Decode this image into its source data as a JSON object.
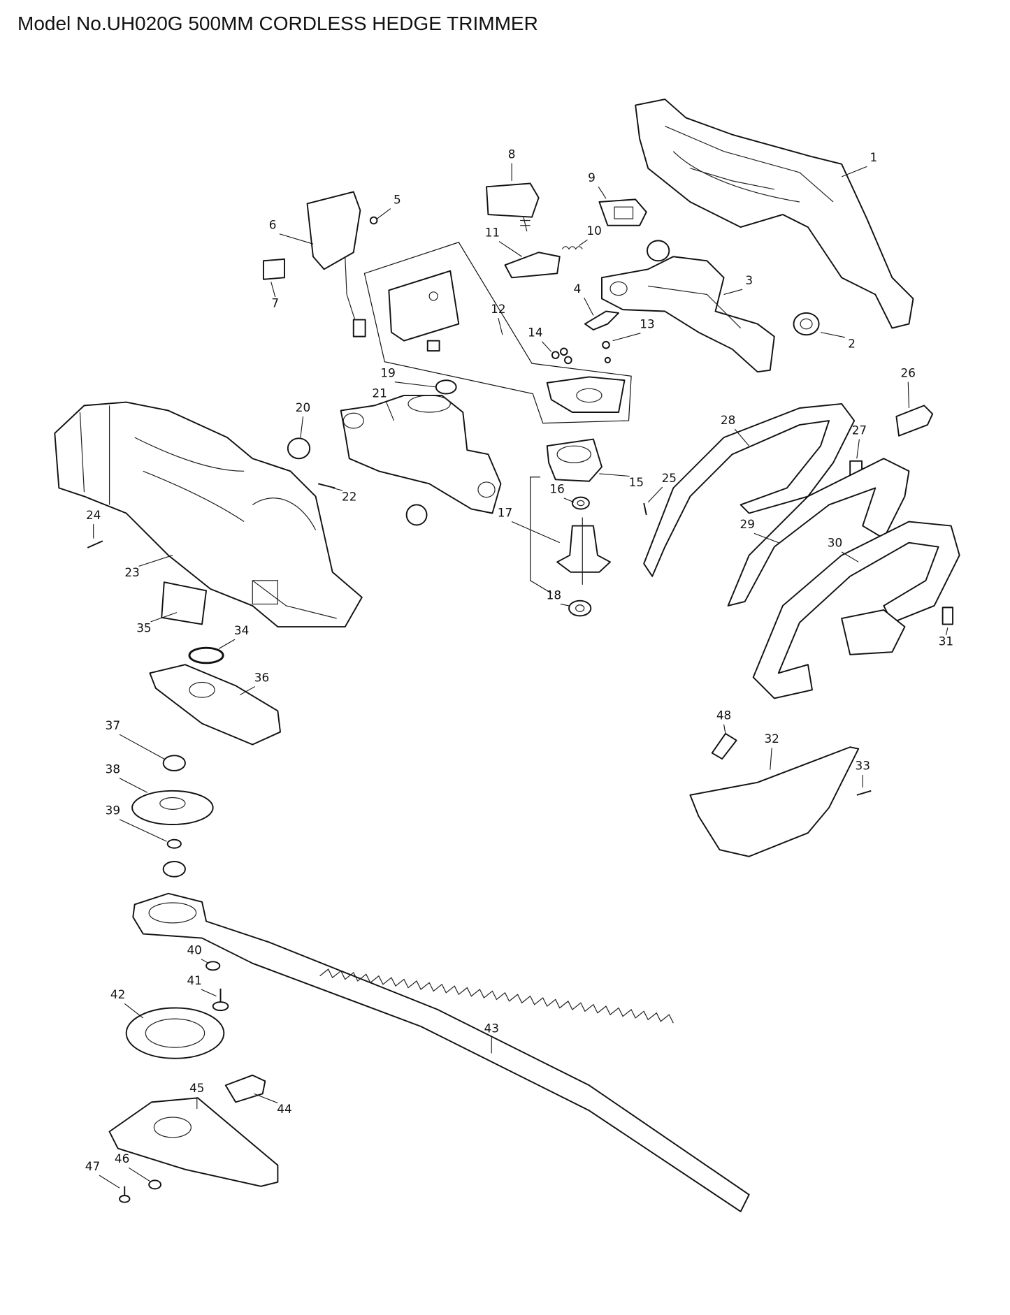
{
  "title": "Model No.UH020G 500MM CORDLESS HEDGE TRIMMER",
  "part_labels": [
    "1",
    "2",
    "3",
    "4",
    "5",
    "6",
    "7",
    "8",
    "9",
    "10",
    "11",
    "12",
    "13",
    "14",
    "15",
    "16",
    "17",
    "18",
    "19",
    "20",
    "21",
    "22",
    "23",
    "24",
    "25",
    "26",
    "27",
    "28",
    "29",
    "30",
    "31",
    "32",
    "33",
    "34",
    "35",
    "36",
    "37",
    "38",
    "39",
    "40",
    "41",
    "42",
    "43",
    "44",
    "45",
    "46",
    "47",
    "48"
  ]
}
